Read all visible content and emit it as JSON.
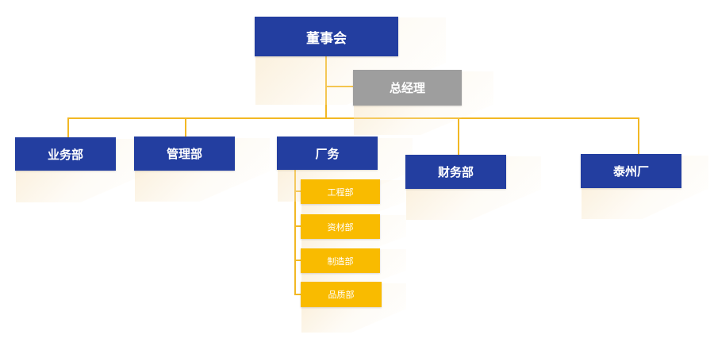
{
  "chairman": "董事会",
  "general_manager": "总经理",
  "departments": {
    "business": "业务部",
    "management": "管理部",
    "factory": "厂务",
    "finance": "财务部",
    "taizhou": "泰州厂"
  },
  "factory_sub": [
    "工程部",
    "资材部",
    "制造部",
    "品质部"
  ],
  "colors": {
    "primary": "#233ea0",
    "secondary": "#9e9e9e",
    "accent": "#f9bb00",
    "connector": "#f2b824"
  }
}
